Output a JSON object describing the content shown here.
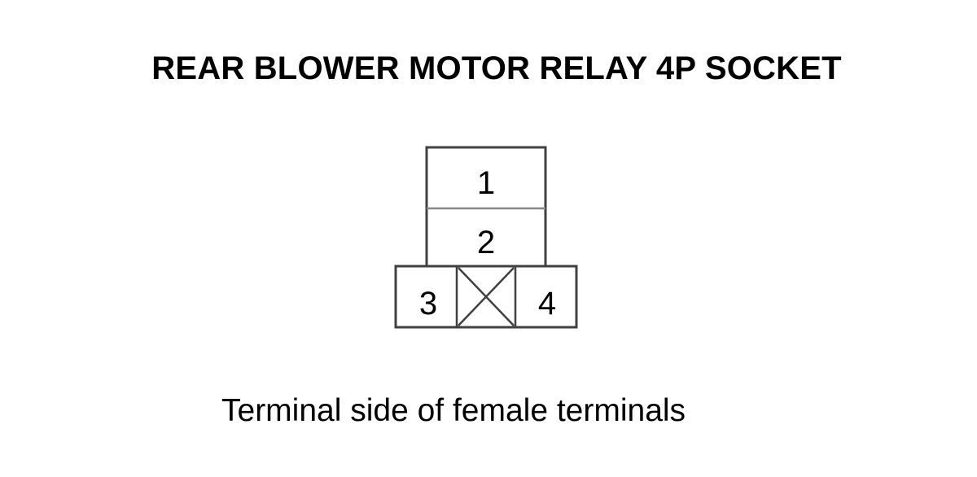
{
  "diagram": {
    "title": "REAR BLOWER MOTOR RELAY 4P SOCKET",
    "caption": "Terminal side of female terminals",
    "terminals": [
      {
        "number": "1"
      },
      {
        "number": "2"
      },
      {
        "number": "3"
      },
      {
        "number": "4"
      }
    ],
    "unused_cavity_icon": "x-mark-icon",
    "colors": {
      "stroke": "#404040",
      "divider": "#8a8a8a",
      "text": "#000000",
      "background": "#ffffff"
    }
  }
}
